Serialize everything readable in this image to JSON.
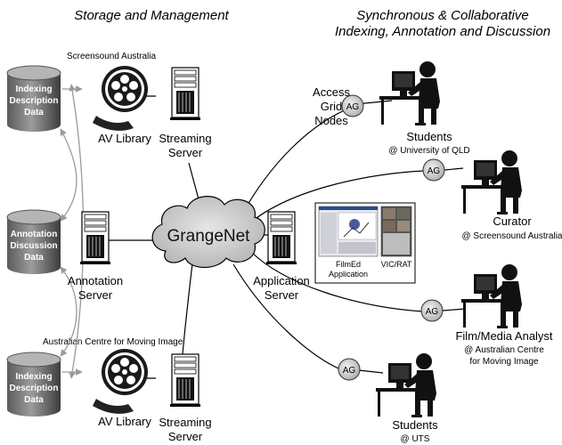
{
  "headings": {
    "left": "Storage and Management",
    "right_line1": "Synchronous & Collaborative",
    "right_line2": "Indexing, Annotation and Discussion"
  },
  "sources": {
    "top": "Screensound Australia",
    "bottom": "Australian Centre for Moving Image"
  },
  "databases": [
    {
      "lines": [
        "Indexing",
        "Description",
        "Data"
      ]
    },
    {
      "lines": [
        "Annotation",
        "Discussion",
        "Data"
      ]
    },
    {
      "lines": [
        "Indexing",
        "Description",
        "Data"
      ]
    }
  ],
  "servers": {
    "av_library_top": "AV Library",
    "streaming_top": [
      "Streaming",
      "Server"
    ],
    "annotation": [
      "Annotation",
      "Server"
    ],
    "application": [
      "Application",
      "Server"
    ],
    "av_library_bottom": "AV Library",
    "streaming_bottom": [
      "Streaming",
      "Server"
    ]
  },
  "network": "GrangeNet",
  "access_grid_nodes": [
    "Access",
    "Grid",
    "Nodes"
  ],
  "ag_label": "AG",
  "apps": {
    "filmed": [
      "FilmEd",
      "Application"
    ],
    "vicrat": "VIC/RAT"
  },
  "users": [
    {
      "role": "Students",
      "place": [
        "@ University of QLD"
      ]
    },
    {
      "role": "Curator",
      "place": [
        "@ Screensound Australia"
      ]
    },
    {
      "role": "Film/Media Analyst",
      "place": [
        "@ Australian Centre",
        "for Moving Image"
      ]
    },
    {
      "role": "Students",
      "place": [
        "@ UTS"
      ]
    }
  ]
}
